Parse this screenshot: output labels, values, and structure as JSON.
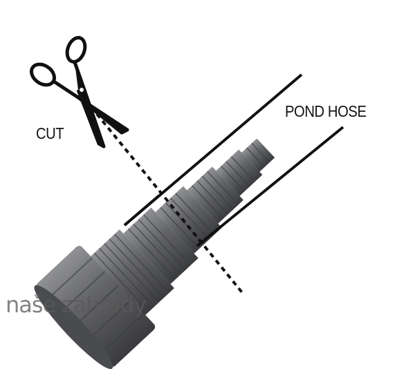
{
  "labels": {
    "cut": "CUT",
    "pond_hose": "POND HOSE"
  },
  "watermark": "naše zahrady",
  "colors": {
    "fitting": "#5f6063",
    "line": "#111111"
  }
}
